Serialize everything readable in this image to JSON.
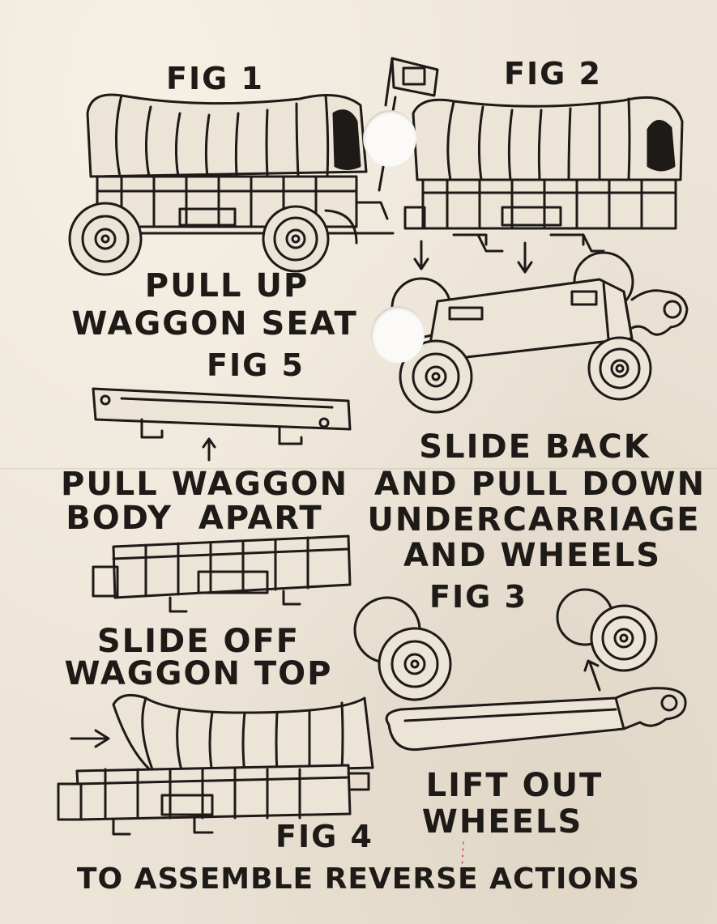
{
  "card": {
    "fig1_label": "FIG 1",
    "fig2_label": "FIG 2",
    "fig3_label": "FIG 3",
    "fig4_label": "FIG 4",
    "fig5_label": "FIG 5",
    "step_pull_seat": [
      "PULL UP",
      "WAGGON SEAT"
    ],
    "step_pull_body": [
      "PULL WAGGON",
      "BODY  APART"
    ],
    "step_slide_top": [
      "SLIDE OFF",
      "WAGGON TOP"
    ],
    "step_slide_back": [
      "SLIDE BACK",
      "AND PULL DOWN",
      "UNDERCARRIAGE",
      "AND WHEELS"
    ],
    "step_lift_wheels": [
      "LIFT OUT",
      "WHEELS"
    ],
    "footer": "TO ASSEMBLE REVERSE ACTIONS"
  }
}
